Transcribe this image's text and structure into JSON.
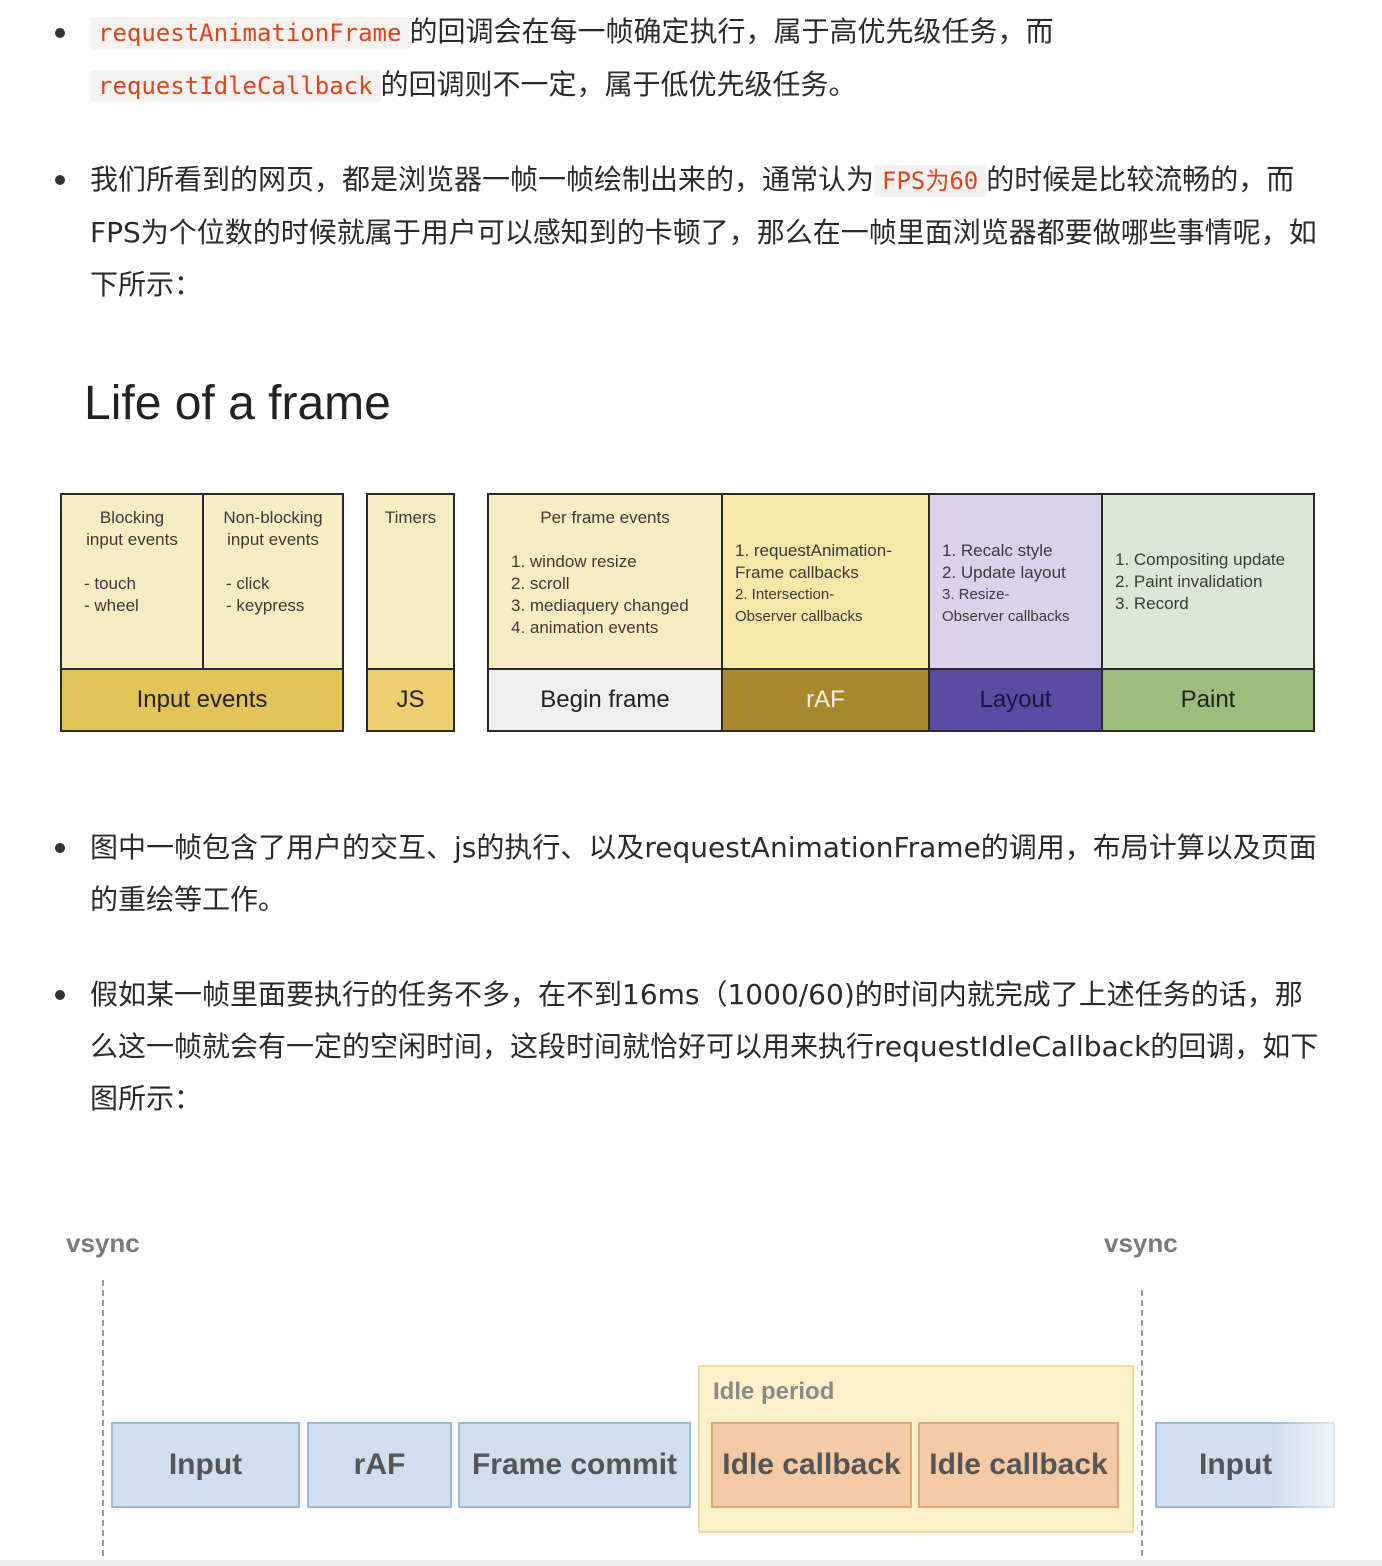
{
  "bullets": [
    {
      "code1": "requestAnimationFrame",
      "text1": "的回调会在每一帧确定执行，属于高优先级任务，而",
      "code2": "requestIdleCallback",
      "text2": "的回调则不一定，属于低优先级任务。"
    },
    {
      "text1": "我们所看到的网页，都是浏览器一帧一帧绘制出来的，通常认为",
      "code": "FPS为60",
      "text2": "的时候是比较流畅的，而FPS为个位数的时候就属于用户可以感知到的卡顿了，那么在一帧里面浏览器都要做哪些事情呢，如下所示："
    },
    {
      "text": "图中一帧包含了用户的交互、js的执行、以及requestAnimationFrame的调用，布局计算以及页面的重绘等工作。"
    },
    {
      "text": "假如某一帧里面要执行的任务不多，在不到16ms（1000/60)的时间内就完成了上述任务的话，那么这一帧就会有一定的空闲时间，这段时间就恰好可以用来执行requestIdleCallback的回调，如下图所示："
    }
  ],
  "frame_figure": {
    "title": "Life of a frame",
    "groups": {
      "input": {
        "label": "Input events",
        "blocking": {
          "title1": "Blocking",
          "title2": "input events",
          "item1": "- touch",
          "item2": "- wheel"
        },
        "nonblocking": {
          "title1": "Non-blocking",
          "title2": "input events",
          "item1": "- click",
          "item2": "- keypress"
        }
      },
      "js": {
        "label": "JS",
        "top": "Timers"
      },
      "begin": {
        "label": "Begin frame",
        "title": "Per frame events",
        "items": [
          "1. window resize",
          "2. scroll",
          "3. mediaquery changed",
          "4. animation events"
        ]
      },
      "raf": {
        "label": "rAF",
        "items": [
          "1. requestAnimation-",
          "Frame callbacks",
          "2. Intersection-",
          "Observer callbacks"
        ]
      },
      "layout": {
        "label": "Layout",
        "items": [
          "1. Recalc style",
          "2. Update layout",
          "3. Resize-",
          "Observer callbacks"
        ]
      },
      "paint": {
        "label": "Paint",
        "items": [
          "1. Compositing update",
          "2. Paint invalidation",
          "3. Record"
        ]
      }
    },
    "colors": {
      "input_top": "#f8ecc2",
      "input_bottom": "#e2c35a",
      "js_top": "#f8ecc2",
      "js_bottom": "#edcf70",
      "begin_top": "#f8ecc2",
      "begin_bottom": "#f0eff0",
      "raf_top": "#f6e8a8",
      "raf_bottom": "#a8882e",
      "layout_top": "#d9d2ea",
      "layout_bottom": "#5a4aa3",
      "paint_top": "#dbe8d4",
      "paint_bottom": "#9cbd7d"
    }
  },
  "idle_figure": {
    "vsync_left": "vsync",
    "vsync_right": "vsync",
    "idle_period": "Idle period",
    "blocks": [
      "Input",
      "rAF",
      "Frame commit",
      "Idle callback",
      "Idle callback",
      "Input"
    ]
  }
}
